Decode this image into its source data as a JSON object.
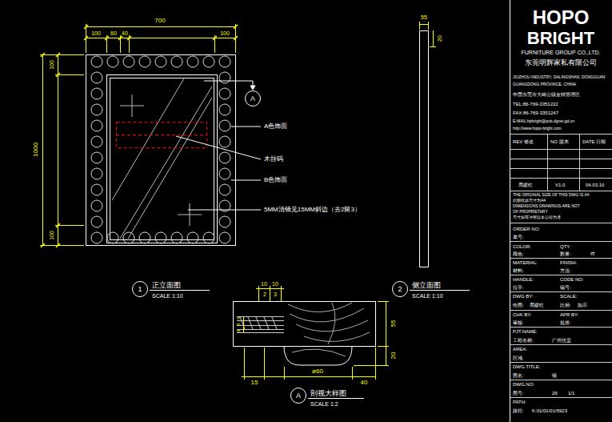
{
  "diagram": {
    "nodes": [
      {
        "text": [
          "A"
        ]
      },
      {
        "text": [
          "1"
        ]
      },
      {
        "text": [
          "2"
        ]
      },
      {
        "text": [
          "A"
        ]
      }
    ],
    "labels": [
      "700",
      "100",
      "60",
      "40",
      "100",
      "1000",
      "100",
      "100",
      "A色饰面",
      "木挂码",
      "B色饰面",
      "5MM清镜见15MM斜边（去2留3）",
      "正立面图",
      "SCALE 1:10",
      "侧立面图",
      "SCALE 1:10",
      "剖视大样图",
      "SCALE 1:2",
      "55",
      "20",
      "10",
      "10",
      "2",
      "3",
      "6",
      "5",
      "9",
      "55",
      "20",
      "15",
      "ø60",
      "40",
      "HOPO",
      "BRIGHT",
      "FURNITURE GROUP CO.,LTD.",
      "东莞明辉家私有限公司",
      "JIUZHOU INDUSTRY, DALINGSHAN, DONGGUAN",
      "GUANGDONG PROVINCE, CHINA",
      "中国东莞市大岭山镇金桔管理区",
      "TEL:86-769-3351222",
      "FAX:86-769-3351247",
      "E-MAIL:hpbright@pub.dgnet.gd.cn",
      "http://www.hopo-bright.com",
      "REV 修改",
      "NO 版本",
      "DATE 日期",
      "周建红",
      "V1.0",
      "04.03.10",
      "THE ORIGINAL SIZE OF THIS DWG IS A4",
      "此图纸原尺寸为A4",
      "DIMENSIONS DRAWINGS ARE NOT",
      "OF PROPRIETARY",
      "尺寸如有冲突以本公司为准",
      "ORDER NO:",
      "单号:",
      "COLOR:",
      "QTY:",
      "颜色:",
      "数量:",
      "件",
      "MATERIAL:",
      "FINISH:",
      "材料:",
      "方法:",
      "HANDLE:",
      "CODE NO:",
      "拉手:",
      "编号:",
      "DWG BY:",
      "SCALE:",
      "绘图:",
      "周建红",
      "比例:",
      "如示",
      "CHK BY:",
      "APR BY:",
      "审核:",
      "批准:",
      "PJT.NAME:",
      "工程名称:",
      "广州佳宜",
      "AREA:",
      "区域:",
      "DWG.TITLE:",
      "图名:",
      "镜",
      "DWG.NO:",
      "图号:",
      "29",
      "1/1",
      "PATH:",
      "路径:",
      "K:01/01/01/5923"
    ]
  }
}
